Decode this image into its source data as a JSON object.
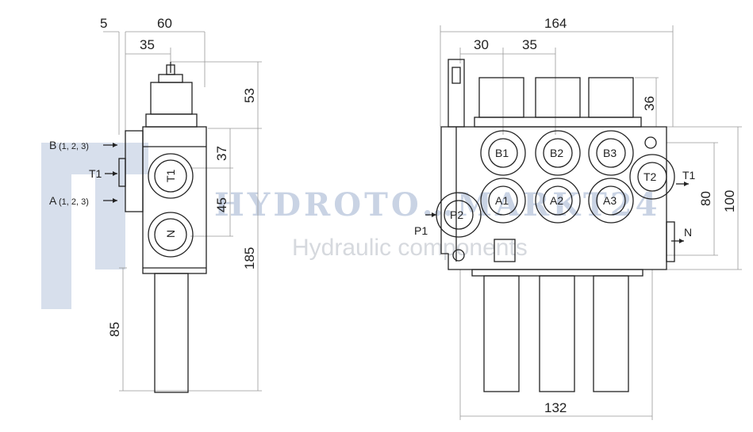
{
  "watermark": {
    "brand": "HYDROTO…MARKT24",
    "tagline": "Hydraulic components"
  },
  "side_view": {
    "dims": {
      "offset": "5",
      "width_total": "60",
      "width_inner": "35",
      "top_height": "53",
      "port_spacing_1": "37",
      "port_spacing_2": "45",
      "height_total": "185",
      "handle_length": "85"
    },
    "labels": {
      "b_ports": "B",
      "b_ports_sub": "(1, 2, 3)",
      "t1": "T1",
      "a_ports": "A",
      "a_ports_sub": "(1, 2, 3)"
    },
    "ports": [
      "T1",
      "N"
    ]
  },
  "front_view": {
    "dims": {
      "width_total": "164",
      "offset_first": "30",
      "spacing": "35",
      "solenoid_height": "36",
      "port_height": "80",
      "height_total": "100",
      "base_width": "132"
    },
    "ports": {
      "b": [
        "B1",
        "B2",
        "B3"
      ],
      "a": [
        "A1",
        "A2",
        "A3"
      ],
      "p2": "P2",
      "t2": "T2"
    },
    "labels": {
      "p1": "P1",
      "t1": "T1",
      "n": "N"
    }
  }
}
